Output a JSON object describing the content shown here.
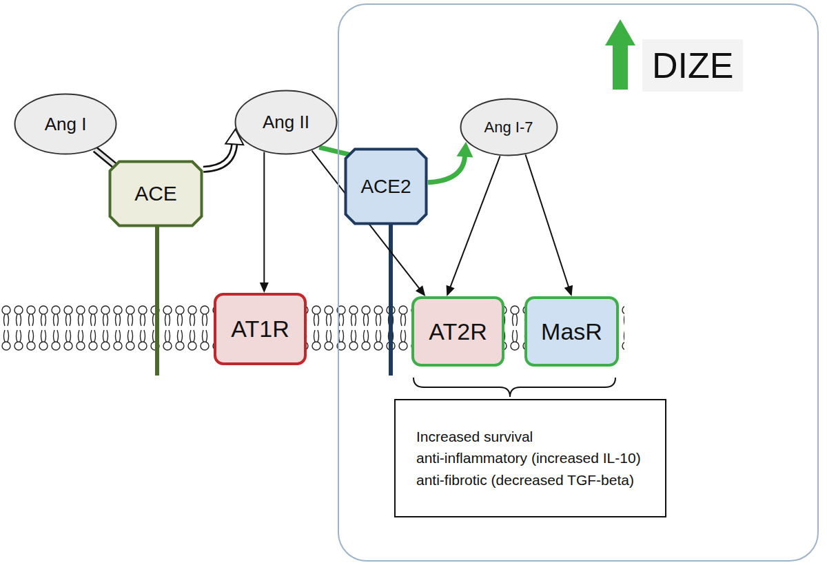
{
  "diagram": {
    "nodes": [
      {
        "text": [
          "DIZE"
        ]
      },
      {
        "text": [
          "Ang I"
        ]
      },
      {
        "text": [
          "Ang II"
        ]
      },
      {
        "text": [
          "Ang I-7"
        ],
        "in": 0
      },
      {
        "text": [
          "ACE"
        ]
      },
      {
        "text": [
          "ACE2"
        ],
        "in": 0
      },
      {
        "text": [
          "AT1R"
        ]
      },
      {
        "text": [
          "AT2R"
        ],
        "in": 0
      },
      {
        "text": [
          "MasR"
        ],
        "in": 0
      },
      {
        "text": [
          "Increased survival",
          "anti-inflammatory (increased IL-10)",
          "anti-fibrotic (decreased TGF-beta)"
        ],
        "in": 0
      }
    ],
    "edges": [
      {
        "from": 1,
        "to": 4,
        "arrow": "none"
      },
      {
        "from": 4,
        "to": 2,
        "arrow": "to"
      },
      {
        "from": 2,
        "to": 5,
        "arrow": "none"
      },
      {
        "from": 5,
        "to": 3,
        "arrow": "to"
      },
      {
        "from": 2,
        "to": 6,
        "arrow": "to"
      },
      {
        "from": 2,
        "to": 7,
        "arrow": "to"
      },
      {
        "from": 3,
        "to": 7,
        "arrow": "to"
      },
      {
        "from": 3,
        "to": 8,
        "arrow": "to"
      }
    ]
  }
}
